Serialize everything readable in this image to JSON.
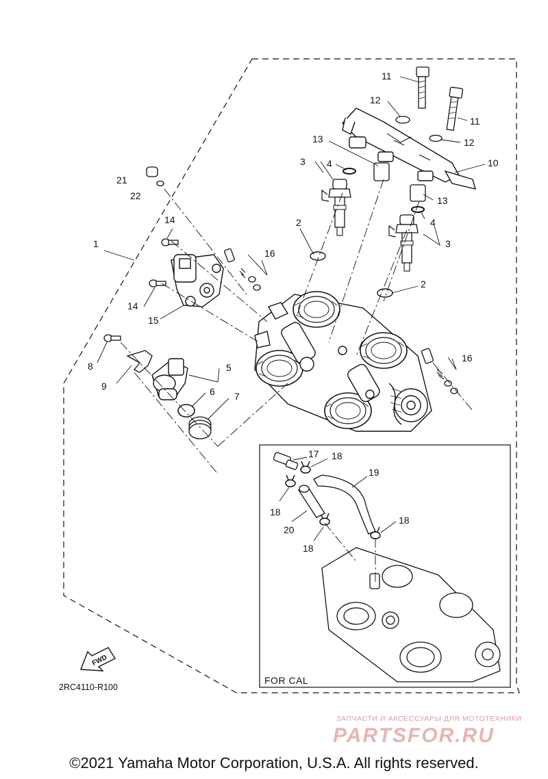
{
  "callouts": [
    {
      "id": "c11a",
      "text": "11"
    },
    {
      "id": "c12a",
      "text": "12"
    },
    {
      "id": "c11b",
      "text": "11"
    },
    {
      "id": "c13a",
      "text": "13"
    },
    {
      "id": "c12b",
      "text": "12"
    },
    {
      "id": "c3a",
      "text": "3"
    },
    {
      "id": "c4a",
      "text": "4"
    },
    {
      "id": "c10",
      "text": "10"
    },
    {
      "id": "c21",
      "text": "21"
    },
    {
      "id": "c22",
      "text": "22"
    },
    {
      "id": "c13b",
      "text": "13"
    },
    {
      "id": "c14a",
      "text": "14"
    },
    {
      "id": "c2a",
      "text": "2"
    },
    {
      "id": "c4b",
      "text": "4"
    },
    {
      "id": "c1",
      "text": "1"
    },
    {
      "id": "c3b",
      "text": "3"
    },
    {
      "id": "c16a",
      "text": "16"
    },
    {
      "id": "c2b",
      "text": "2"
    },
    {
      "id": "c14b",
      "text": "14"
    },
    {
      "id": "c15",
      "text": "15"
    },
    {
      "id": "c16b",
      "text": "16"
    },
    {
      "id": "c8",
      "text": "8"
    },
    {
      "id": "c5",
      "text": "5"
    },
    {
      "id": "c9",
      "text": "9"
    },
    {
      "id": "c6",
      "text": "6"
    },
    {
      "id": "c7",
      "text": "7"
    },
    {
      "id": "c17",
      "text": "17"
    },
    {
      "id": "c18a",
      "text": "18"
    },
    {
      "id": "c19",
      "text": "19"
    },
    {
      "id": "c18b",
      "text": "18"
    },
    {
      "id": "c20",
      "text": "20"
    },
    {
      "id": "c18c",
      "text": "18"
    },
    {
      "id": "c18d",
      "text": "18"
    }
  ],
  "fwd_label": "FWD",
  "inset_label": "FOR CAL",
  "diagram_code": "2RC4110-R100",
  "watermark": {
    "tagline": "ЗАПЧАСТИ И АКСЕССУАРЫ ДЛЯ МОТОТЕХНИКИ",
    "logo": "PARTSFOR.RU"
  },
  "copyright": "©2021 Yamaha Motor Corporation, U.S.A. All rights reserved."
}
